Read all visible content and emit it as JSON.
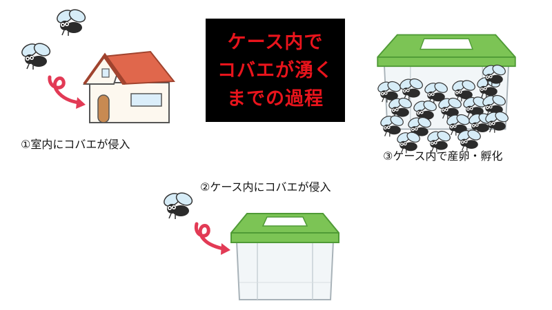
{
  "title": {
    "lines": [
      "ケース内で",
      "コバエが湧く",
      "までの過程"
    ]
  },
  "steps": [
    {
      "label": "①室内にコバエが侵入"
    },
    {
      "label": "②ケース内にコバエが侵入"
    },
    {
      "label": "③ケース内で産卵・孵化"
    }
  ],
  "colors": {
    "title_bg": "#000000",
    "title_text": "#e8141c",
    "arrow": "#e23a55",
    "lid": "#7cc455",
    "roof": "#e0674c"
  }
}
